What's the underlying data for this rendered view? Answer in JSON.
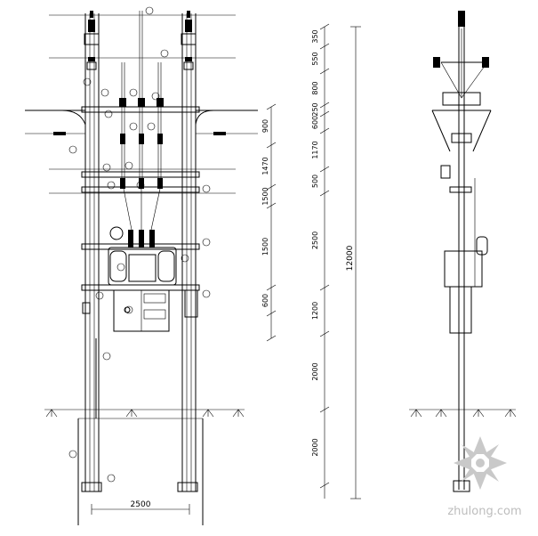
{
  "front_view": {
    "dims_inner": [
      "900",
      "1470",
      "1500",
      "1500",
      "600"
    ],
    "dims_outer": [
      "350",
      "550",
      "800",
      "250",
      "600",
      "1170",
      "500",
      "2500",
      "1200",
      "2000",
      "2000"
    ],
    "dim_total": "12000",
    "dim_span": "2500"
  },
  "watermark": {
    "text": "zhulong.com"
  }
}
